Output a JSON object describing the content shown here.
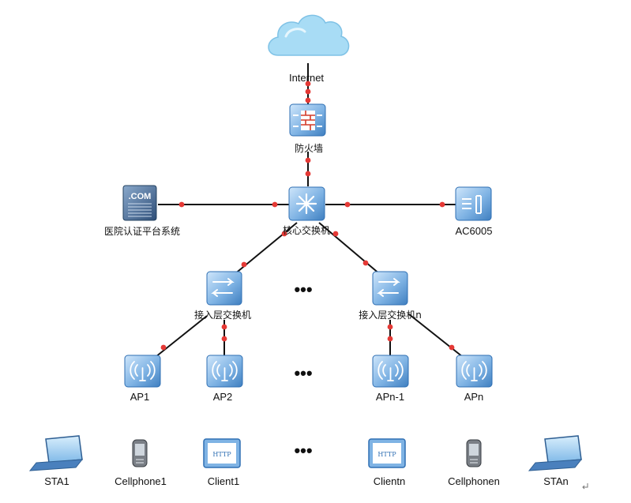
{
  "labels": {
    "internet": "Internet",
    "firewall": "防火墙",
    "core_switch": "核心交换机",
    "auth_system": "医院认证平台系统",
    "controller": "AC6005",
    "access_switch_1": "接入层交换机",
    "access_switch_n": "接入层交换机n",
    "ap1": "AP1",
    "ap2": "AP2",
    "apn_1": "APn-1",
    "apn": "APn",
    "sta1": "STA1",
    "cellphone1": "Cellphone1",
    "client1": "Client1",
    "clientn": "Clientn",
    "cellphonen": "Cellphonen",
    "stan": "STAn"
  },
  "ellipsis": "•••",
  "server_badge": ".COM",
  "browser_badge": "HTTP",
  "colors": {
    "cloud": "#a8dcf5",
    "device": "#6fa7dc",
    "device_dark": "#2f6fb3",
    "link": "#111111",
    "joint": "#e53935",
    "server": "#3b5f8c"
  }
}
